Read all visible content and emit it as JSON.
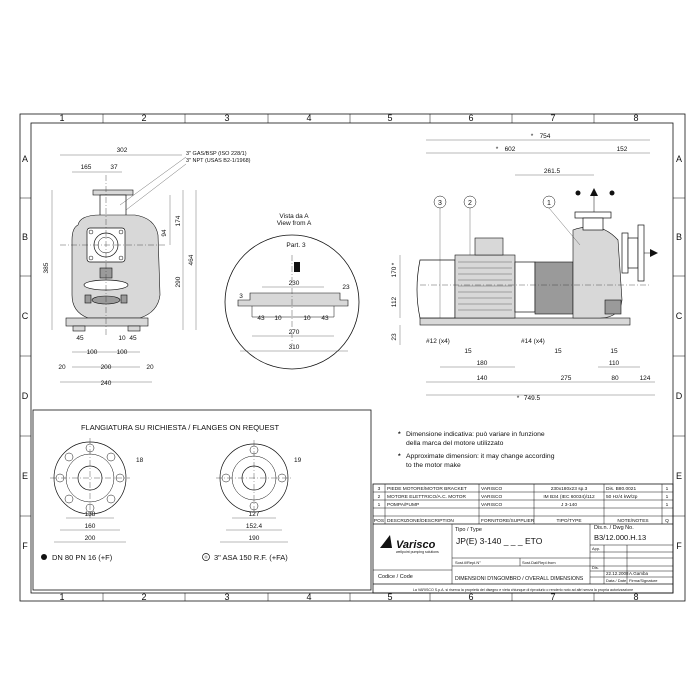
{
  "sheet": {
    "col_labels": [
      "1",
      "2",
      "3",
      "4",
      "5",
      "6",
      "7",
      "8"
    ],
    "row_labels": [
      "A",
      "B",
      "C",
      "D",
      "E",
      "F"
    ]
  },
  "front_view": {
    "dims": {
      "d302": "302",
      "d165": "165",
      "d37": "37",
      "d174": "174",
      "d94": "94",
      "d464": "464",
      "d385": "385",
      "d290": "290",
      "d45": "45",
      "d100": "100",
      "d10": "10",
      "d200": "200",
      "d20": "20",
      "d240": "240"
    },
    "notes": [
      "3\" GAS/BSP (ISO 228/1)",
      "3\" NPT (USAS B2-1/1968)"
    ]
  },
  "detail_view": {
    "title": [
      "Vista da A",
      "View from A"
    ],
    "part_label": "Part. 3",
    "dims": {
      "d230": "230",
      "d270": "270",
      "d310": "310",
      "d43": "43",
      "d10": "10",
      "d3": "3",
      "d23": "23"
    }
  },
  "side_view": {
    "dims": {
      "d754": "754",
      "d602": "602",
      "d152": "152",
      "d261": "261.5",
      "d170": "170",
      "d112": "112",
      "d23": "23",
      "d180": "180",
      "d140": "140",
      "d275": "275",
      "d80": "80",
      "d124": "124",
      "d749": "749.5",
      "d110": "110",
      "d15": "15",
      "d15b": "15"
    },
    "holes": [
      "#12 (x4)",
      "#14 (x4)"
    ],
    "callouts": [
      "3",
      "2",
      "1"
    ],
    "star": "*"
  },
  "flanges": {
    "title": "FLANGIATURA SU RICHIESTA / FLANGES ON REQUEST",
    "left": {
      "d18": "18",
      "d138": "138",
      "d160": "160",
      "d200": "200",
      "label": "DN 80 PN 16 (+F)"
    },
    "right": {
      "d19": "19",
      "d127": "127",
      "d1524": "152.4",
      "d190": "190",
      "label": "3\" ASA 150 R.F. (+FA)"
    }
  },
  "notes": {
    "it": [
      "Dimensione indicativa: può variare in funzione",
      "della marca del motore utilizzato"
    ],
    "en": [
      "Approximate dimension: it may change according",
      "to the motor make"
    ]
  },
  "title_block": {
    "rows": [
      {
        "pos": "3",
        "desc": "PIEDE MOTORE/MOTOR BRACKET",
        "supplier": "VARISCO",
        "type": "230x180x23 sp.3",
        "notes": "Dis. B80.0021",
        "qty": "1"
      },
      {
        "pos": "2",
        "desc": "MOTORE ELETTRICO/A.C. MOTOR",
        "supplier": "VARISCO",
        "type": "IM B34 (IEC 60034)/112",
        "notes": "50 Hz/4 kW/2p",
        "qty": "1"
      },
      {
        "pos": "1",
        "desc": "POMPA/PUMP",
        "supplier": "VARISCO",
        "type": "J 3-140",
        "notes": "",
        "qty": "1"
      }
    ],
    "headers": {
      "pos": "POS",
      "desc": "DESCRIZIONE/DESCRIPTION",
      "supplier": "FORNITORE/SUPPLIER",
      "type": "TIPO/TYPE",
      "notes": "NOTE/NOTES",
      "qty": "Q"
    },
    "logo": "Varisco",
    "logo_sub": "wellpoint pumping solutions",
    "tipo_label": "Tipo / Type",
    "tipo_value": "JP(E) 3-140 _ _ _ ETO",
    "dis_label": "Dis.n. / Dwg No.",
    "dis_value": "B3/12.000.H.13",
    "app": "App.",
    "sost_da": "Sost.il/Repl.N°",
    "sost_a": "Sost.Dal/Repl.from",
    "dis": "Dis.",
    "date": "22.12.2008",
    "author": "A.Gamba",
    "data_label": "Data / Date",
    "firma_label": "Firma/Signature",
    "codice": "Codice / Code",
    "desc_main": "DIMENSIONI D'INGOMBRO / OVERALL DIMENSIONS",
    "footer": "La VARISCO S.p.A. si riserva la proprietà del disegno e vieta chiunque di riprodurlo o renderlo noto ad altri senza la propria autorizzazione"
  }
}
